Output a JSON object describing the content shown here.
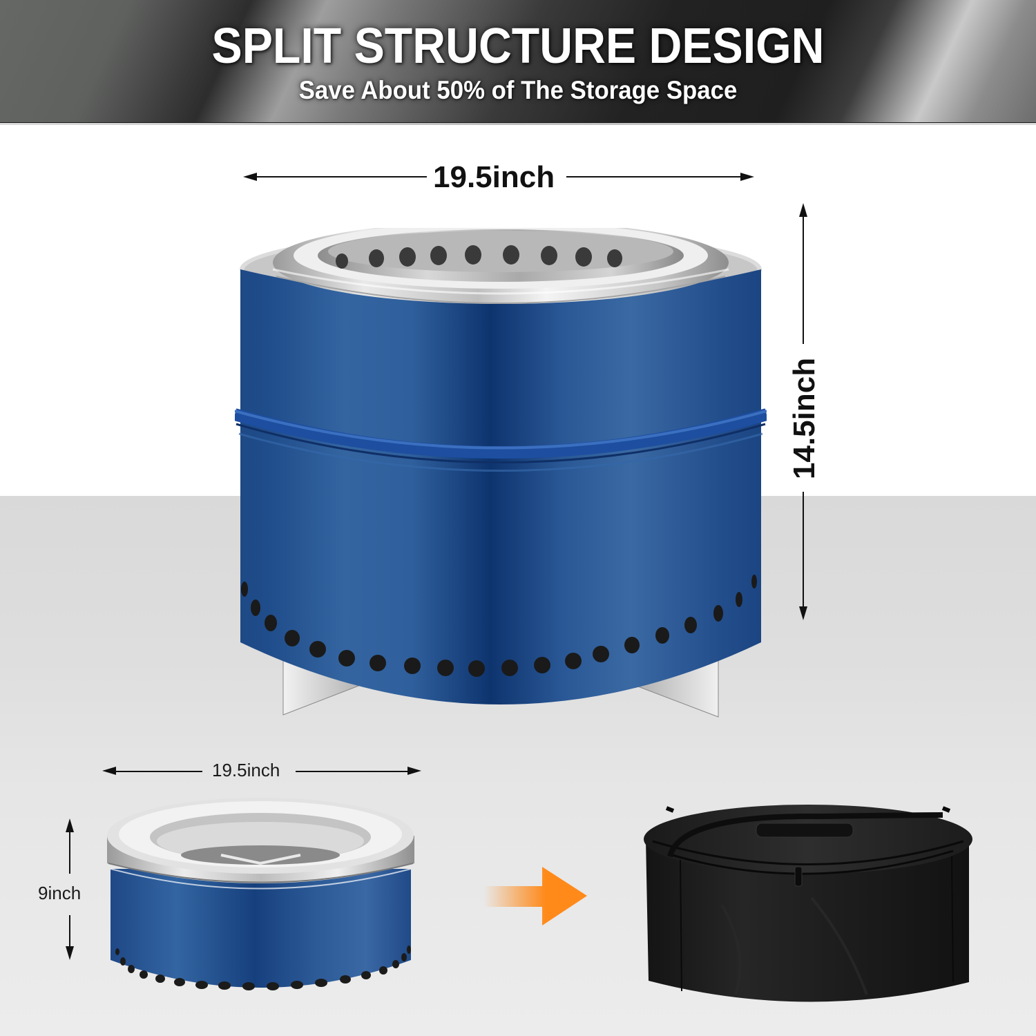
{
  "header": {
    "title": "SPLIT STRUCTURE DESIGN",
    "subtitle": "Save About 50% of The Storage Space"
  },
  "assembled_view": {
    "width_label": "19.5inch",
    "height_label": "14.5inch",
    "product": "fire-pit-assembled",
    "body_color": "#2a5694",
    "components": [
      "stainless-inner-ring",
      "upper-blue-shell",
      "lower-blue-shell",
      "vent-holes",
      "stand-legs"
    ]
  },
  "stored_view": {
    "width_label": "19.5inch",
    "height_label": "9inch",
    "product": "fire-pit-nested"
  },
  "transition_arrow": {
    "icon": "arrow-right-icon",
    "color": "#ff8a1a"
  },
  "storage_bag": {
    "product": "black-carry-bag",
    "color": "#1c1c1c"
  },
  "colors": {
    "header_dark": "#2a2a2a",
    "page_white": "#ffffff",
    "floor_gray": "#dcdcdc",
    "blue_shell": "#2a5694",
    "blue_dark": "#0f3570",
    "steel": "#c9c9c9",
    "accent_orange": "#ff8a1a"
  }
}
